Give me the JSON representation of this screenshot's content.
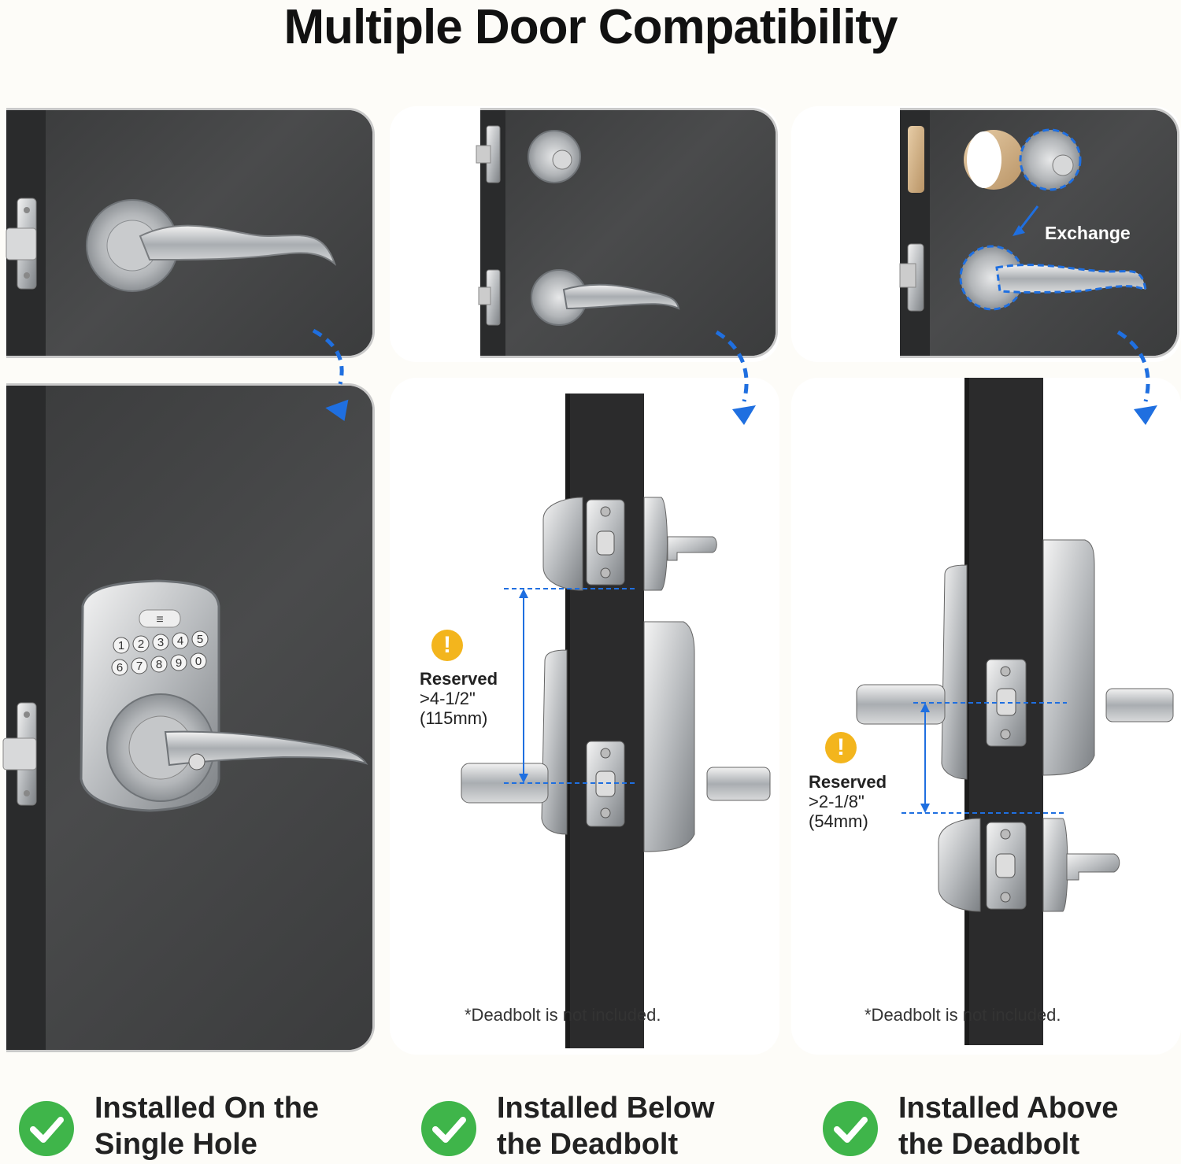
{
  "title": "Multiple Door Compatibility",
  "panels": [
    {
      "label_line1": "Installed On the",
      "label_line2": "Single Hole"
    },
    {
      "label_line1": "Installed Below",
      "label_line2": "the Deadbolt",
      "note": "*Deadbolt is not included.",
      "reserved_title": "Reserved",
      "reserved_value": ">4-1/2\"",
      "reserved_mm": "(115mm)"
    },
    {
      "label_line1": "Installed Above",
      "label_line2": "the Deadbolt",
      "note": "*Deadbolt is not included.",
      "reserved_title": "Reserved",
      "reserved_value": ">2-1/8\"",
      "reserved_mm": "(54mm)",
      "exchange_label": "Exchange"
    }
  ],
  "keypad": {
    "row1": [
      "1",
      "2",
      "3",
      "4",
      "5"
    ],
    "row2": [
      "6",
      "7",
      "8",
      "9",
      "0"
    ]
  },
  "colors": {
    "accent_blue": "#1f6fe0",
    "check_green": "#3fb54a",
    "warning_yellow": "#f3b51d",
    "door_dark": "#3a3b3c"
  },
  "icons": [
    "check-circle-icon",
    "warning-icon",
    "curved-arrow-icon",
    "keypad-icon"
  ]
}
